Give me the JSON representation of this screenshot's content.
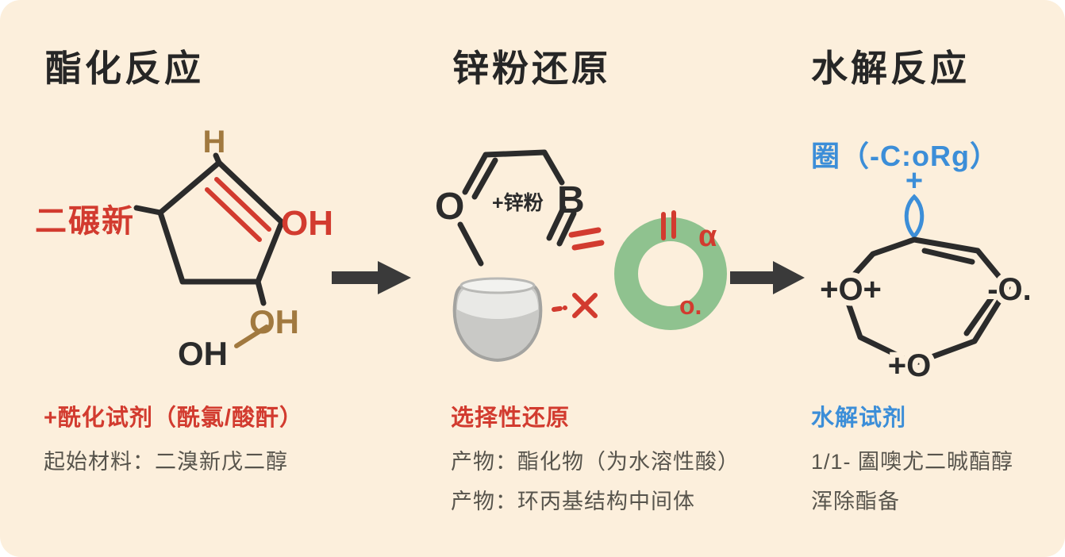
{
  "colors": {
    "background": "#fcefdc",
    "ink": "#2b2b2b",
    "red": "#d23b2f",
    "brown": "#a1793f",
    "blue": "#3c8ed8",
    "gray_text": "#57544c",
    "green_ring": "#8fc28f",
    "arrow": "#3a3a3a",
    "flask_gray": "#c9c9c6"
  },
  "panels": {
    "left": {
      "title": "酯化反应",
      "molecule": {
        "h_label": "H",
        "substituent_label": "二碾新",
        "oh_top": "OH",
        "oh_mid": "OH",
        "oh_bottom": "OH"
      },
      "reagent_note": "+酰化试剂（酰氯/酸酐）",
      "material_note": "起始材料：二溴新戊二醇"
    },
    "middle": {
      "title": "锌粉还原",
      "molecule": {
        "o_label": "O",
        "zinc_label": "+锌粉",
        "b_label": "B"
      },
      "cycle": {
        "alpha_label": "α",
        "o_dot_label": "o."
      },
      "step_note": "选择性还原",
      "product_note_1": "产物：酯化物（为水溶性酸）",
      "product_note_2": "产物：环丙基结构中间体"
    },
    "right": {
      "title": "水解反应",
      "formula": "圈（-C:oRg）",
      "plus_label": "+",
      "molecule": {
        "o_left": "+O+",
        "o_right": "-O.",
        "o_bottom": "+O"
      },
      "reagent_note": "水解试剂",
      "product_note_1": "1/1- 圔噢尤二晠醕醇",
      "product_note_2": "浑除酯备"
    }
  }
}
